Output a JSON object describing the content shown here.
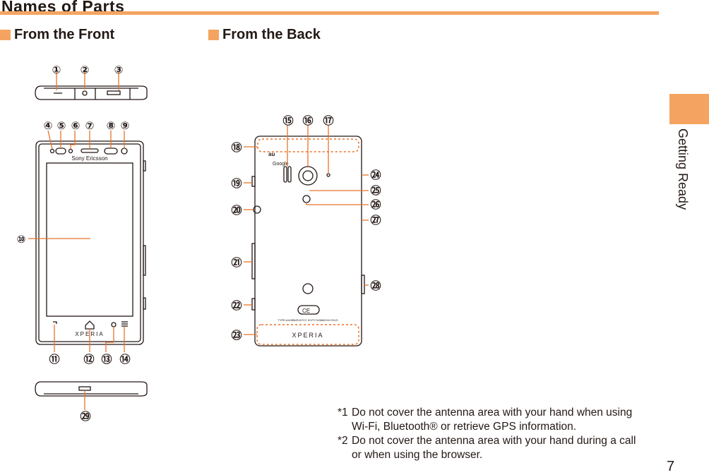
{
  "title": "Names of Parts",
  "sections": {
    "front": "From the Front",
    "back": "From the Back"
  },
  "callouts": [
    "①",
    "②",
    "③",
    "④",
    "⑤",
    "⑥",
    "⑦",
    "⑧",
    "⑨",
    "⑩",
    "⑪",
    "⑫",
    "⑬",
    "⑭",
    "⑮",
    "⑯",
    "⑰",
    "⑱",
    "⑲",
    "⑳",
    "㉑",
    "㉒",
    "㉓",
    "㉔",
    "㉕",
    "㉖",
    "㉗",
    "㉘",
    "㉙"
  ],
  "phone_text": {
    "brand": "Sony Ericsson",
    "model": "XPERIA",
    "model_back": "XPERIA",
    "au": "au",
    "google": "Google",
    "ce": "CE",
    "type": "TYPE:A4HIBMS11FCC ID:PY7A3880216 IS11S"
  },
  "notes": [
    {
      "mark": "*1",
      "text": "Do not cover the antenna area with your hand when using Wi-Fi, Bluetooth® or retrieve GPS information."
    },
    {
      "mark": "*2",
      "text": "Do not cover the antenna area with your hand during a call or when using the browser."
    }
  ],
  "side_label": "Getting Ready",
  "page_number": "7",
  "colors": {
    "accent": "#f4a460",
    "line": "#e8732a",
    "ink": "#231815"
  }
}
